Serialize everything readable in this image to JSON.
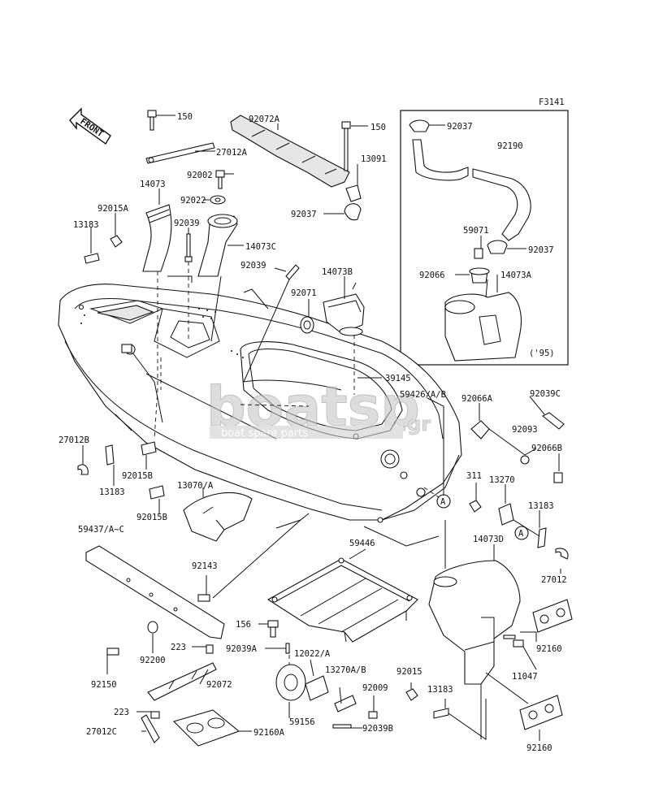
{
  "figure_code": "F3141",
  "front_arrow_text": "FRONT",
  "inset_note": "('95)",
  "callout_marker": "A",
  "watermark": {
    "brand": "boatsp",
    "tld": ".gr",
    "tagline": "boat spare parts"
  },
  "parts": {
    "p150a": "150",
    "p27012a": "27012A",
    "p92072a": "92072A",
    "p150b": "150",
    "p13091": "13091",
    "p92037a": "92037",
    "p92190": "92190",
    "p92002": "92002",
    "p92022": "92022",
    "p14073": "14073",
    "p92015a": "92015A",
    "p92039a": "92039",
    "p13183a": "13183",
    "p14073c": "14073C",
    "p92037b": "92037",
    "p92039b": "92039",
    "p59071": "59071",
    "p92037c": "92037",
    "p14073b": "14073B",
    "p92066": "92066",
    "p14073a": "14073A",
    "p92071": "92071",
    "p39145": "39145",
    "p59426": "59426/A/B",
    "p92066a": "92066A",
    "p92039c": "92039C",
    "p92093": "92093",
    "p92066b": "92066B",
    "p27012b": "27012B",
    "p13183b": "13183",
    "p92015b1": "92015B",
    "p13070": "13070/A",
    "p92015b2": "92015B",
    "p311": "311",
    "p13270": "13270",
    "p13183c": "13183",
    "p59437": "59437/A~C",
    "p14073d": "14073D",
    "p27012": "27012",
    "p59446": "59446",
    "p92143": "92143",
    "p156": "156",
    "p223a": "223",
    "p92039a2": "92039A",
    "p12022": "12022/A",
    "p92200": "92200",
    "p92150": "92150",
    "p92160a": "92160",
    "p11047": "11047",
    "p92072": "92072",
    "p13270ab": "13270A/B",
    "p92015": "92015",
    "p92009": "92009",
    "p13183d": "13183",
    "p223b": "223",
    "p27012c": "27012C",
    "p59156": "59156",
    "p92160A": "92160A",
    "p92039B": "92039B",
    "p92160b": "92160"
  }
}
